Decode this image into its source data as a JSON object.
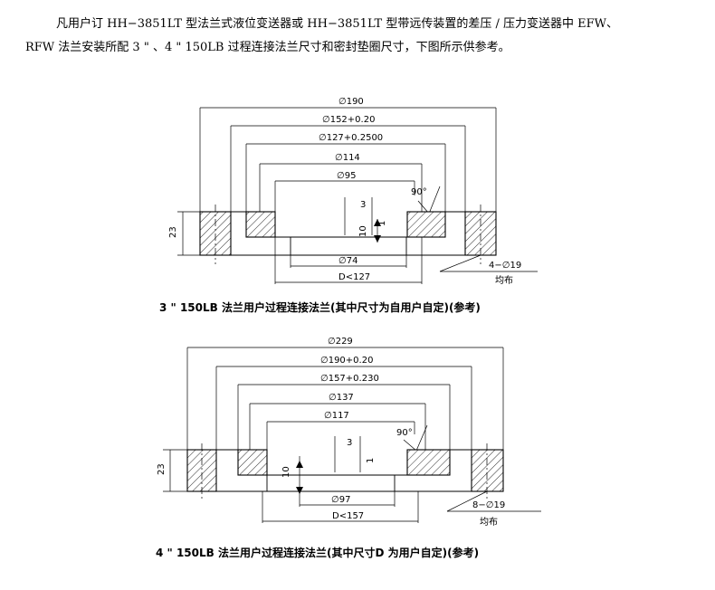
{
  "intro": {
    "line1": "凡用户订 HH−3851LT 型法兰式液位变送器或 HH−3851LT 型带远传装置的差压 / 压力变送器中 EFW、",
    "line2": "RFW 法兰安装所配 3 \" 、4 \" 150LB 过程连接法兰尺寸和密封垫圈尺寸，下图所示供参考。"
  },
  "figure1": {
    "dims": [
      "∅190",
      "∅152+0.20",
      "∅127+0.2500",
      "∅114",
      "∅95"
    ],
    "angle": "90°",
    "small_3": "3",
    "small_1": "1",
    "small_10": "10",
    "height": "23",
    "bore": "∅74",
    "d_label": "D<127",
    "holes": "4−∅19",
    "holes_note": "均布",
    "caption": "3 \" 150LB 法兰用户过程连接法兰(其中尺寸为自用户自定)(参考)"
  },
  "figure2": {
    "dims": [
      "∅229",
      "∅190+0.20",
      "∅157+0.230",
      "∅137",
      "∅117"
    ],
    "angle": "90°",
    "small_3": "3",
    "small_1": "1",
    "small_10": "10",
    "height": "23",
    "bore": "∅97",
    "d_label": "D<157",
    "holes": "8−∅19",
    "holes_note": "均布",
    "caption": "4 \" 150LB 法兰用户过程连接法兰(其中尺寸D 为用户自定)(参考)"
  }
}
